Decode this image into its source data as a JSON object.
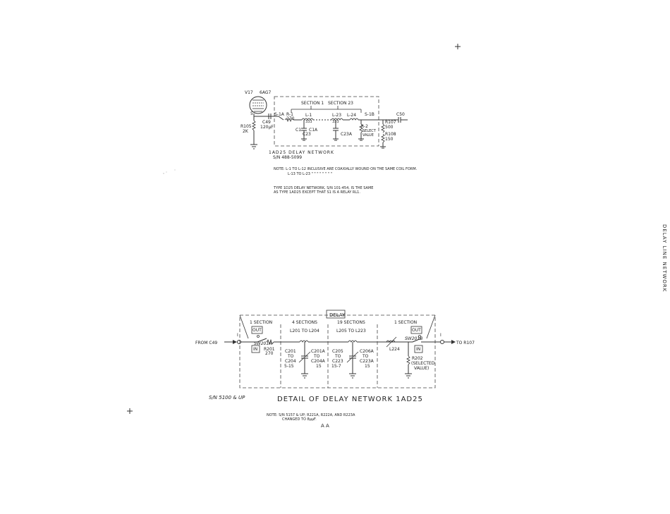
{
  "top": {
    "tube_ref": "V17",
    "tube_type": "6AG7",
    "s1a": "S-1A",
    "r1": "R-1",
    "r1_value": "270",
    "section1": "SECTION 1",
    "section23": "SECTION 23",
    "l1": "L-1",
    "l23": "L-23",
    "l24": "L-24",
    "s1b": "S-1B",
    "r2": "R-2",
    "r2_note": [
      "SELECT",
      "VALUE"
    ],
    "c1": "C1",
    "c1a": "C1A",
    "c23": "C23",
    "c23a": "C23A",
    "c49": "C49",
    "c49_value": "120μF",
    "r105": "R105",
    "r105_value": "2K",
    "r107": "R107",
    "r107_value": "500",
    "r108": "R108",
    "r108_value": "150",
    "c50": "C50",
    "dots_a": "333",
    "dots_b": "333",
    "title": "1AD25    DELAY NETWORK",
    "serial": "S/N 488-5099",
    "note_line1": "NOTE: L-1 TO L-12 INCLUSIVE ARE COAXIALLY WOUND ON THE SAME COIL FORM.",
    "note_line2": "L-13 TO L-23       \"       \"       \"              \"      \"      \"      \"      \"",
    "footnote_line1": "TYPE 1D25  DELAY NETWORK, S/N 101-454, IS THE SAME",
    "footnote_line2": "AS TYPE 1AD25 EXCEPT THAT S1 IS A RELAY RL1."
  },
  "bottom": {
    "delay_label": "DELAY",
    "sec1_left": "1 SECTION",
    "sec4": "4 SECTIONS",
    "sec19": "19 SECTIONS",
    "sec1_right": "1 SECTION",
    "from_label": "FROM  C49",
    "to_label": "TO R107",
    "node_in": "I",
    "node_out": "I",
    "out_left": "OUT",
    "in_left": "IN",
    "out_right": "OUT",
    "in_right": "IN",
    "sw_left": "SW201A",
    "sw_right": "SW201B",
    "r201": "R201",
    "r201_value": "270",
    "l201_range": "L201 TO L204",
    "l205_range": "L205 TO L223",
    "l224": "L224",
    "g1": [
      "C201",
      "TO",
      "C204",
      "5-15"
    ],
    "g2": [
      "C201A",
      "TO",
      "C204A",
      "15"
    ],
    "g3": [
      "C205",
      "TO",
      "C223",
      "15-7"
    ],
    "g4": [
      "C206A",
      "TO",
      "C223A",
      "15"
    ],
    "r202": [
      "R202",
      "(SELECTED",
      "VALUE)"
    ],
    "serial_note": "S/N 5100 & UP",
    "title": "DETAIL OF DELAY NETWORK 1AD25",
    "note_line1": "NOTE:  S/N 5157 & UP;  R221A, R222A, AND R223A",
    "note_line2": "CHANGED TO 8μμF.",
    "page_mark": "A A"
  },
  "margin_title": "DELAY LINE NETWORK"
}
